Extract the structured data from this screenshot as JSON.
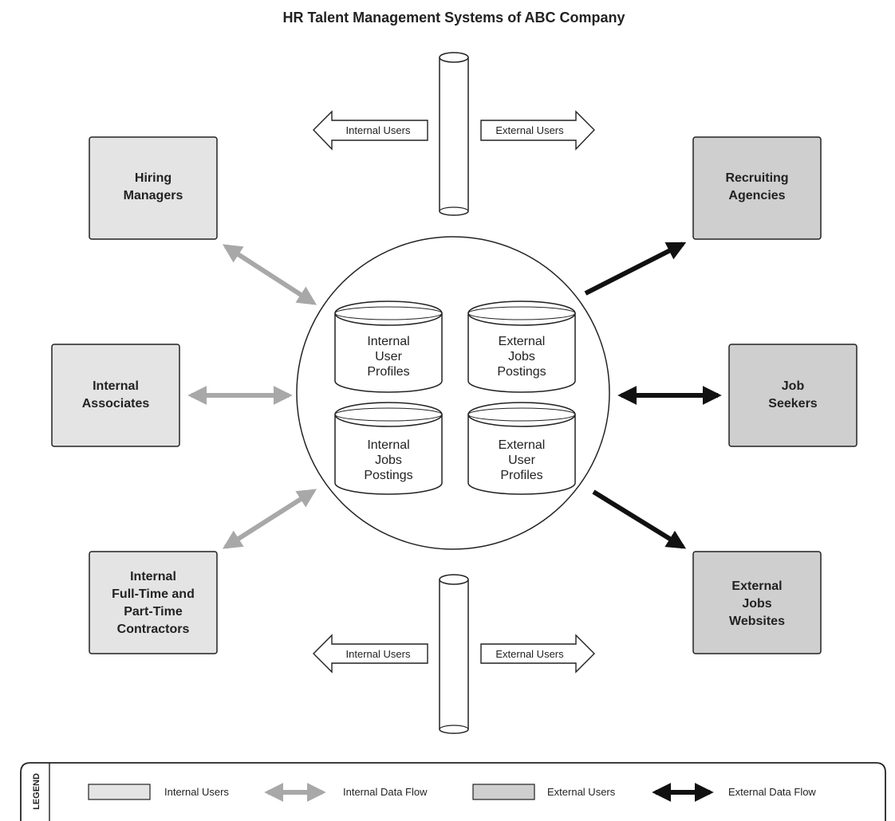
{
  "title": "HR Talent Management Systems of ABC Company",
  "colors": {
    "internal_fill": "#e4e4e4",
    "external_fill": "#cfcfcf",
    "internal_flow": "#a8a8a8",
    "external_flow": "#111111",
    "stroke": "#222222"
  },
  "nodes": {
    "hiring_managers": [
      "Hiring",
      "Managers"
    ],
    "internal_associates": [
      "Internal",
      "Associates"
    ],
    "internal_contractors": [
      "Internal",
      "Full-Time and",
      "Part-Time",
      "Contractors"
    ],
    "recruiting_agencies": [
      "Recruiting",
      "Agencies"
    ],
    "job_seekers": [
      "Job",
      "Seekers"
    ],
    "external_jobs_websites": [
      "External",
      "Jobs",
      "Websites"
    ]
  },
  "databases": {
    "internal_user_profiles": [
      "Internal",
      "User",
      "Profiles"
    ],
    "external_jobs_postings": [
      "External",
      "Jobs",
      "Postings"
    ],
    "internal_jobs_postings": [
      "Internal",
      "Jobs",
      "Postings"
    ],
    "external_user_profiles": [
      "External",
      "User",
      "Profiles"
    ]
  },
  "gateway_arrows": {
    "left_label": "Internal Users",
    "right_label": "External Users"
  },
  "legend": {
    "title": "LEGEND",
    "internal_users": "Internal Users",
    "internal_data_flow": "Internal Data Flow",
    "external_users": "External Users",
    "external_data_flow": "External Data Flow"
  }
}
